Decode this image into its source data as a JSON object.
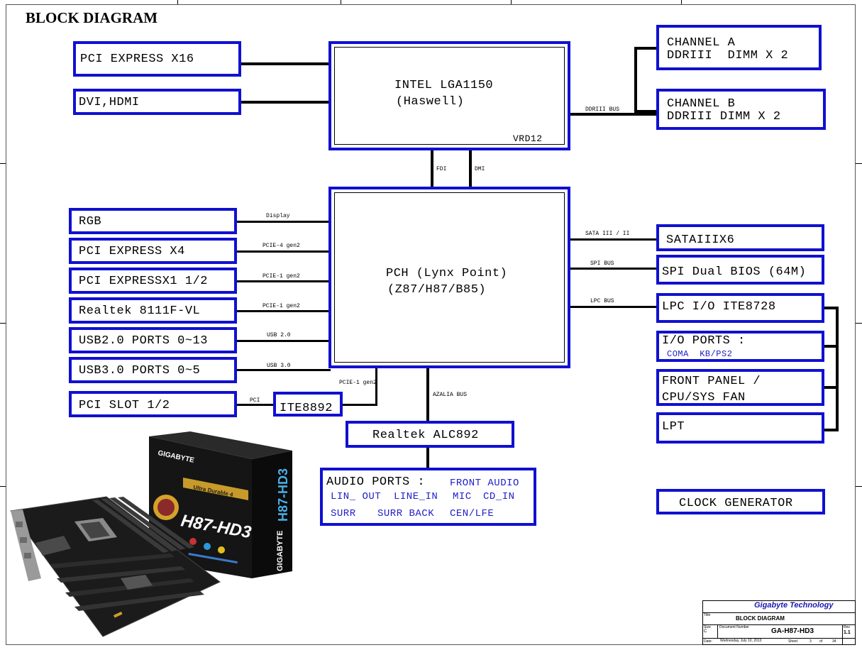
{
  "title": "BLOCK DIAGRAM",
  "cpu": {
    "line1": "INTEL LGA1150",
    "line2": "(Haswell)",
    "vrd": "VRD12"
  },
  "pch": {
    "line1": "PCH (Lynx Point)",
    "line2": "(Z87/H87/B85)"
  },
  "left_top": {
    "pcie16": "PCI EXPRESS X16",
    "dvi": "DVI,HDMI"
  },
  "memory": {
    "a_line1": "CHANNEL A",
    "a_line2": "DDRIII  DIMM X 2",
    "b_line1": "CHANNEL B",
    "b_line2": "DDRIII DIMM X 2",
    "bus": "DDRIII BUS"
  },
  "links": {
    "fdi": "FDI",
    "dmi": "DMI"
  },
  "left_blocks": [
    {
      "label": "RGB",
      "bus": "Display"
    },
    {
      "label": "PCI EXPRESS X4",
      "bus": "PCIE-4 gen2"
    },
    {
      "label": "PCI EXPRESSX1 1/2",
      "bus": "PCIE-1 gen2"
    },
    {
      "label": "Realtek 8111F-VL",
      "bus": "PCIE-1 gen2"
    },
    {
      "label": "USB2.0 PORTS 0~13",
      "bus": "USB 2.0"
    },
    {
      "label": "USB3.0 PORTS 0~5",
      "bus": "USB 3.0"
    }
  ],
  "pci": {
    "slot": "PCI SLOT 1/2",
    "bus": "PCI",
    "bridge": "ITE8892",
    "bridge_bus": "PCIE-1 gen2"
  },
  "audio": {
    "codec": "Realtek ALC892",
    "bus": "AZALIA BUS",
    "ports_title": "AUDIO PORTS :",
    "front": "FRONT AUDIO",
    "row2": [
      "LIN_ OUT",
      "LINE_IN",
      "MIC",
      "CD_IN"
    ],
    "row3": [
      "SURR",
      "SURR BACK",
      "CEN/LFE"
    ]
  },
  "right_blocks": {
    "sata": "SATAIIIX6",
    "sata_bus": "SATA III / II",
    "spi": "SPI Dual BIOS (64M)",
    "spi_bus": "SPI BUS",
    "lpc": "LPC I/O ITE8728",
    "lpc_bus": "LPC BUS",
    "io_title": "I/O PORTS :",
    "io_sub": "COMA  KB/PS2",
    "front1": "FRONT PANEL /",
    "front2": "CPU/SYS FAN",
    "lpt": "LPT"
  },
  "clock": "CLOCK GENERATOR",
  "product": {
    "brand": "GIGABYTE",
    "model": "H87-HD3",
    "badge": "Ultra Durable 4",
    "side_brand": "GIGABYTE",
    "side_model": "H87-HD3"
  },
  "title_block": {
    "company": "Gigabyte Technology",
    "title_label": "Title",
    "title": "BLOCK DIAGRAM",
    "size_label": "Size",
    "size": "C",
    "docnum_label": "Document Number",
    "docnum": "GA-H87-HD3",
    "rev_label": "Rev",
    "rev": "1.1",
    "date_label": "Date:",
    "date": "Wednesday, July 10, 2013",
    "sheet_label": "Sheet",
    "sheet": "3",
    "of_label": "of",
    "total": "34"
  },
  "colors": {
    "box_border": "#1010d0",
    "blue_text": "#2020c8",
    "title_block_company": "#1a1ab0"
  }
}
